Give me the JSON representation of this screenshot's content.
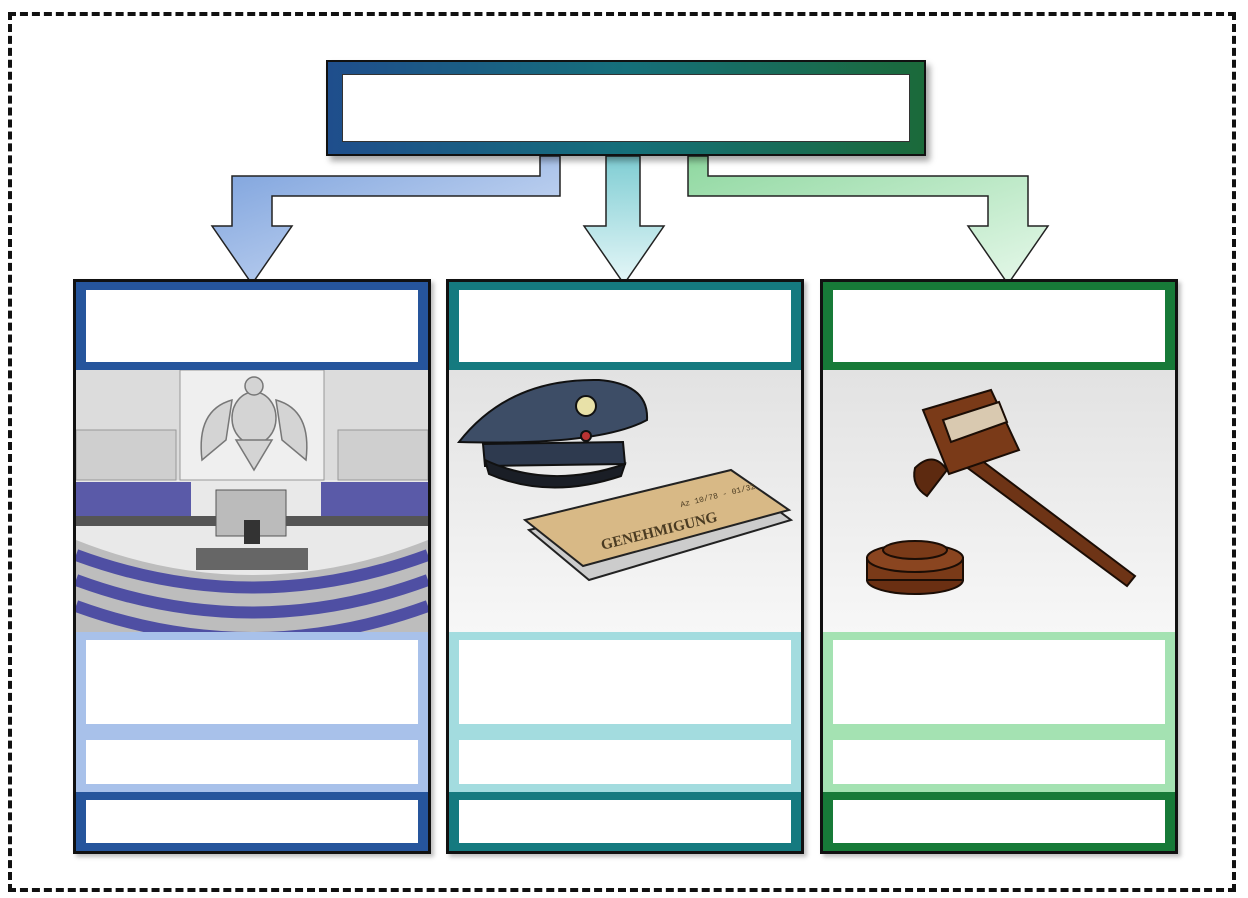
{
  "diagram": {
    "title": "",
    "columns": [
      {
        "heading": "",
        "image": "parliament-illustration",
        "fields": [
          "",
          "",
          ""
        ]
      },
      {
        "heading": "",
        "image": "police-cap-and-file-illustration",
        "file_stamp": "GENEHMIGUNG",
        "file_number": "Az 10/78 - 01/32",
        "fields": [
          "",
          "",
          ""
        ]
      },
      {
        "heading": "",
        "image": "judge-gavel-illustration",
        "fields": [
          "",
          "",
          ""
        ]
      }
    ],
    "colors": {
      "column1_accent": "#26559c",
      "column2_accent": "#157a7f",
      "column3_accent": "#177a38",
      "column1_light": "#a8c1ea",
      "column2_light": "#a3dcdf",
      "column3_light": "#a4e2b2"
    }
  }
}
